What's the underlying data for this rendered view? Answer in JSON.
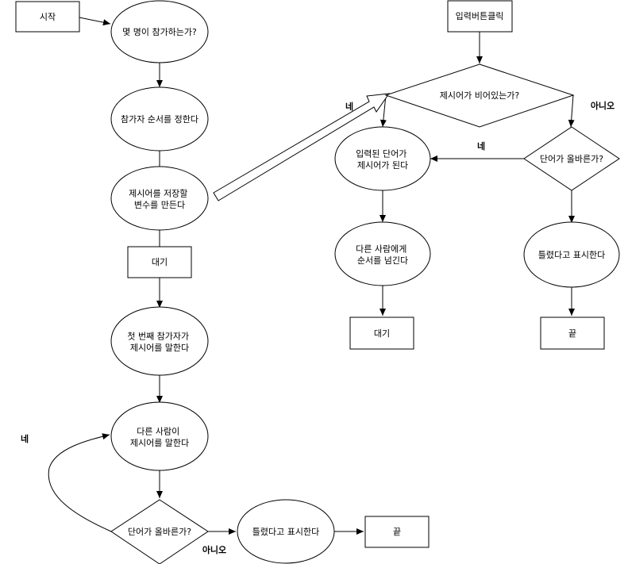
{
  "diagram": {
    "nodes": {
      "start": {
        "lines": [
          "시작"
        ]
      },
      "how_many": {
        "lines": [
          "몇 명이 참가하는가?"
        ]
      },
      "order": {
        "lines": [
          "참가자 순서를 정한다"
        ]
      },
      "make_var": {
        "lines": [
          "제시어를 저장할",
          "변수를 만든다"
        ]
      },
      "wait_left": {
        "lines": [
          "대기"
        ]
      },
      "first_says": {
        "lines": [
          "첫 번째 참가자가",
          "제시어를 말한다"
        ]
      },
      "other_says": {
        "lines": [
          "다른 사람이",
          "제시어를 말한다"
        ]
      },
      "word_correct_bottom": {
        "lines": [
          "단어가 올바른가?"
        ]
      },
      "mark_wrong_bottom": {
        "lines": [
          "틀렸다고 표시한다"
        ]
      },
      "end_bottom": {
        "lines": [
          "끝"
        ]
      },
      "input_click": {
        "lines": [
          "입력버튼클릭"
        ]
      },
      "is_empty": {
        "lines": [
          "제시어가 비어있는가?"
        ]
      },
      "becomes_word": {
        "lines": [
          "입력된 단어가",
          "제시어가 된다"
        ]
      },
      "word_correct_right": {
        "lines": [
          "단어가 올바른가?"
        ]
      },
      "pass_turn": {
        "lines": [
          "다른 사람에게",
          "순서를 넘긴다"
        ]
      },
      "mark_wrong_right": {
        "lines": [
          "틀렸다고 표시한다"
        ]
      },
      "wait_right": {
        "lines": [
          "대기"
        ]
      },
      "end_right": {
        "lines": [
          "끝"
        ]
      }
    },
    "labels": {
      "yes_left_loop": "네",
      "no_bottom": "아니오",
      "yes_empty": "네",
      "no_empty": "아니오",
      "yes_correct_right": "네"
    }
  }
}
